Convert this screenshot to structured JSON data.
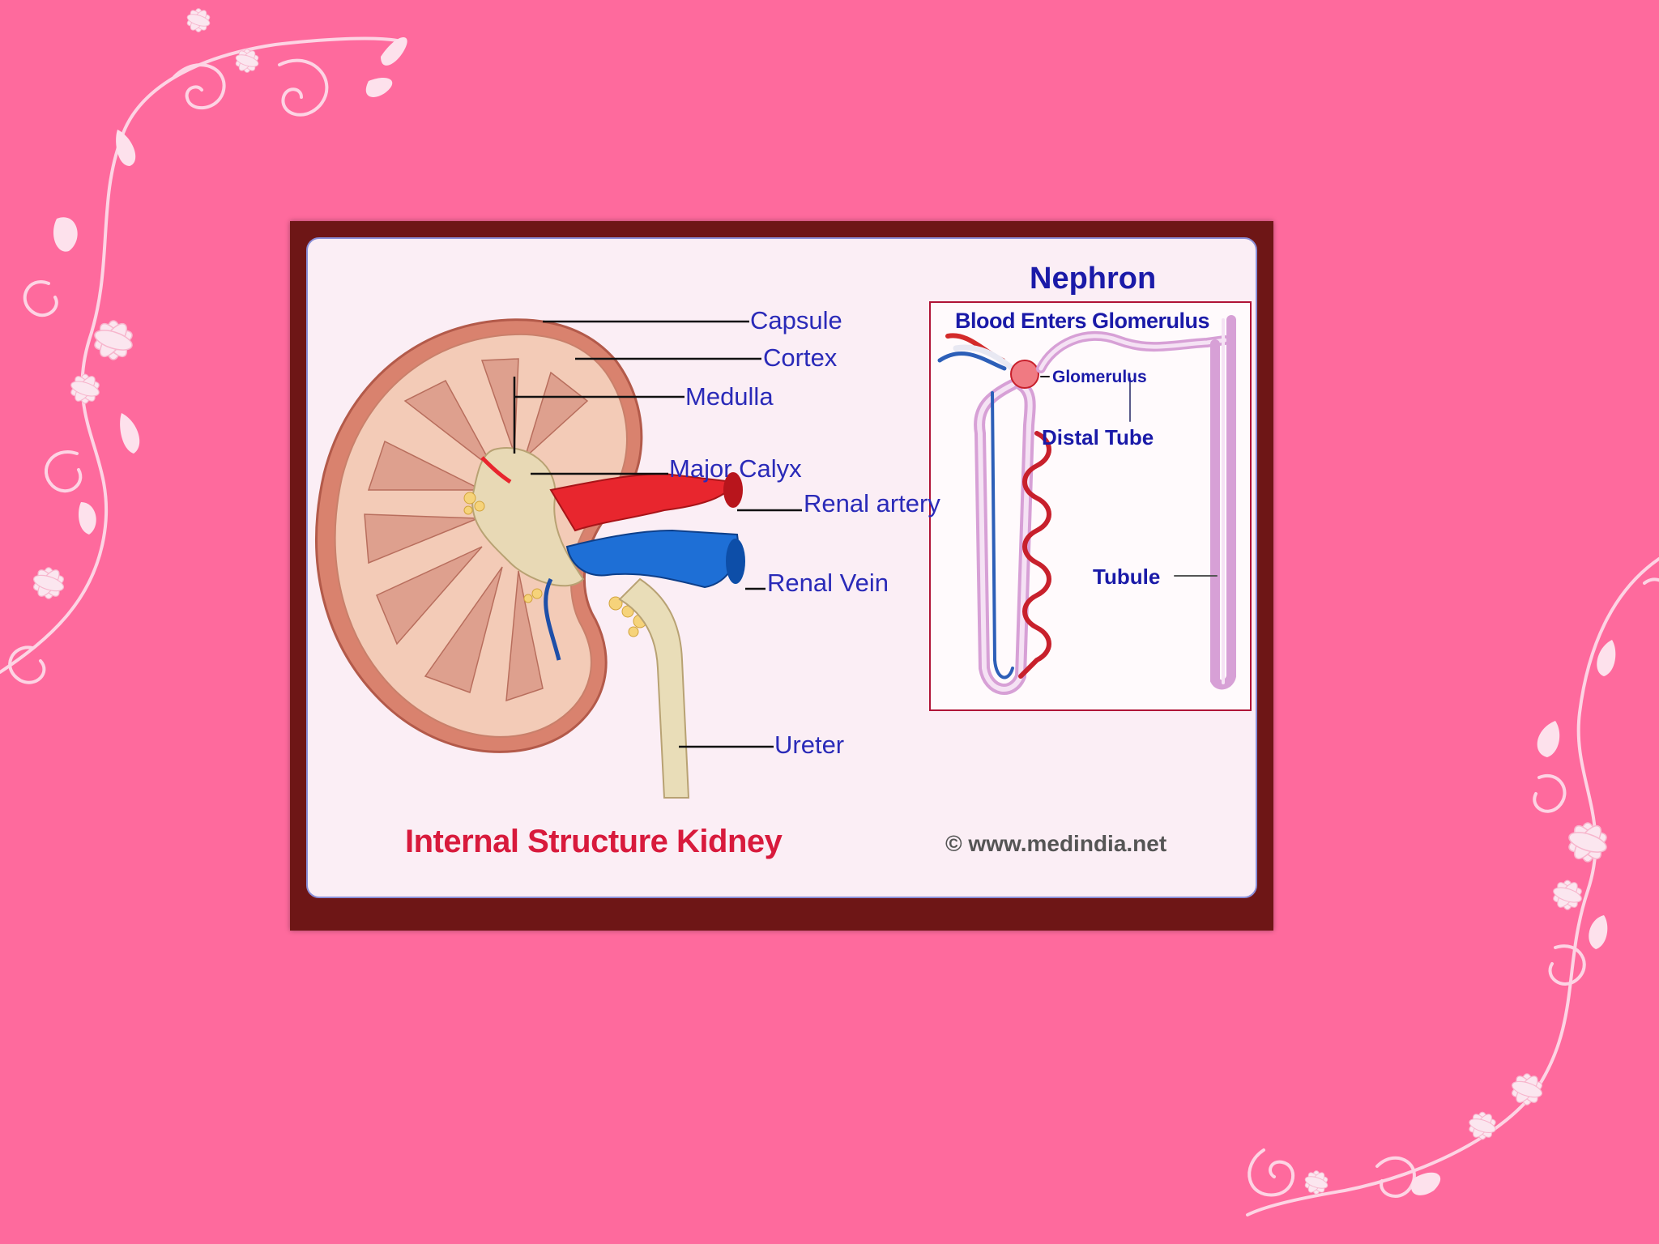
{
  "colors": {
    "background": "#fe6a9d",
    "frame": "#6e1616",
    "panel": "#fbeef5",
    "kidney_label": "#2a2ab8",
    "caption": "#d81a3c",
    "artery": "#e8262e",
    "vein": "#1e6fd6"
  },
  "kidney": {
    "labels": {
      "capsule": "Capsule",
      "cortex": "Cortex",
      "medulla": "Medulla",
      "major_calyx": "Major Calyx",
      "renal_artery": "Renal artery",
      "renal_vein": "Renal Vein",
      "ureter": "Ureter"
    },
    "caption": "Internal Structure Kidney"
  },
  "nephron": {
    "title": "Nephron",
    "subtitle": "Blood Enters Glomerulus",
    "labels": {
      "glomerulus": "Glomerulus",
      "distal_tube": "Distal Tube",
      "tubule": "Tubule"
    }
  },
  "credit": "©  www.medindia.net"
}
